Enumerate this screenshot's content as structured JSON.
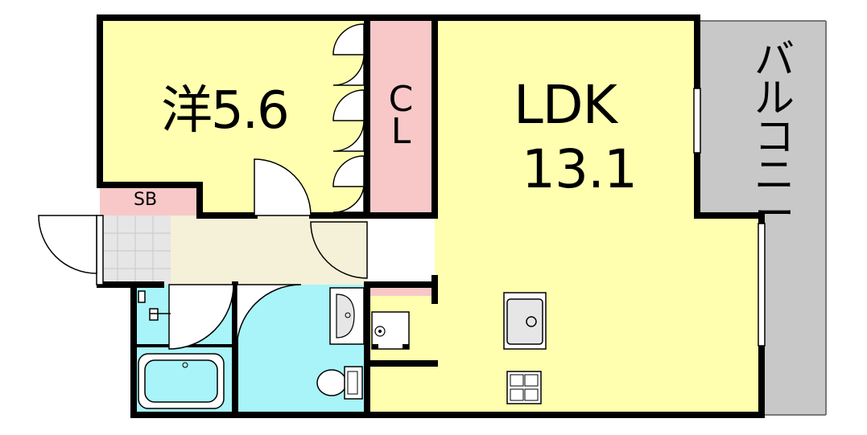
{
  "rooms": {
    "bedroom": {
      "label": "洋5.6",
      "type": "western-style room",
      "area_jo": 5.6,
      "color": "#ffffaf"
    },
    "ldk": {
      "label": "LDK",
      "area_label": "13.1",
      "area_jo": 13.1,
      "color": "#ffffaf"
    },
    "closet": {
      "label": "C\nL",
      "color": "#f8c8c8"
    },
    "shoe_box": {
      "label": "SB",
      "color": "#f8c8c8"
    },
    "balcony": {
      "label": "バルコニー",
      "color": "#c8c8c8"
    },
    "hall": {
      "color": "#f5f0d8"
    },
    "bath": {
      "color": "#a8f4f8"
    },
    "washroom": {
      "color": "#a8f4f8"
    }
  },
  "colors": {
    "wall": "#000000",
    "room": "#ffffaf",
    "wet": "#a8f4f8",
    "storage": "#f8c8c8",
    "balcony": "#c8c8c8"
  },
  "icons": [
    "door-swing-icon",
    "sink-icon",
    "stove-icon",
    "bathtub-icon",
    "toilet-icon",
    "washbasin-icon",
    "washing-machine-icon",
    "faucet-icon"
  ]
}
